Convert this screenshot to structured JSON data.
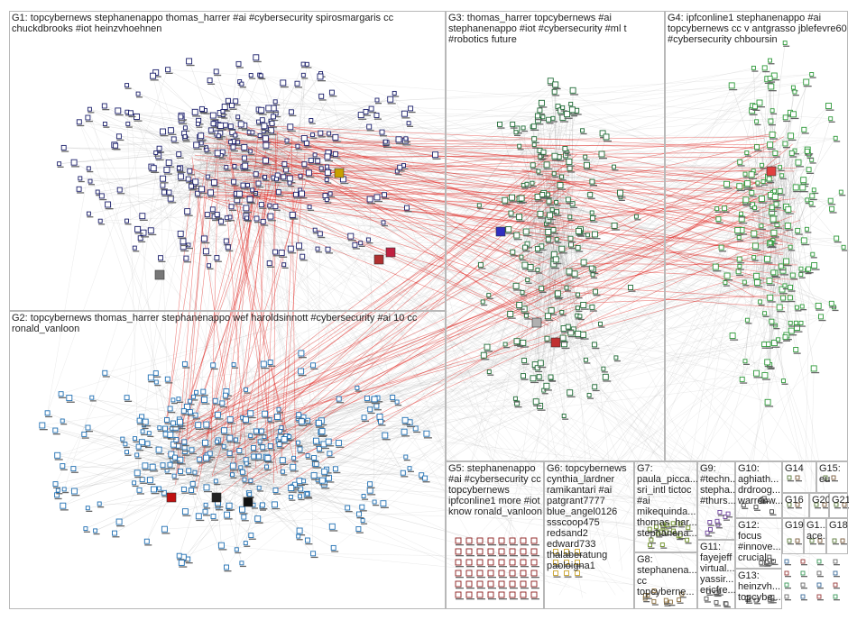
{
  "groups": [
    {
      "id": "G1",
      "label": "G1: topcybernews stephanenappo thomas_harrer #ai #cybersecurity spirosmargaris cc chuckdbrooks #iot heinzvhoehnen",
      "color": "#1b1f6b"
    },
    {
      "id": "G2",
      "label": "G2: topcybernews thomas_harrer stephanenappo wef haroldsinnott #cybersecurity #ai 10 cc ronald_vanloon",
      "color": "#1f6fb3"
    },
    {
      "id": "G3",
      "label": "G3: thomas_harrer topcybernews #ai stephanenappo #iot #cybersecurity #ml t #robotics future",
      "color": "#1e6b35"
    },
    {
      "id": "G4",
      "label": "G4: ipfconline1 stephanenappo #ai topcybernews cc v antgrasso jblefevre60 #cybersecurity chboursin",
      "color": "#2e9a3a"
    },
    {
      "id": "G5",
      "label": "G5: stephanenappo #ai #cybersecurity cc topcybernews ipfconline1 more #iot know ronald_vanloon",
      "color": "#8b1a1a"
    },
    {
      "id": "G6",
      "label": "G6: topcybernews cynthia_lardner ramikantari #ai patgrant7777 blue_angel0126 ssscoop475 redsand2 edward733 thalaberatung paoloigna1",
      "color": "#c9a227"
    },
    {
      "id": "G7",
      "label": "G7: paula_picca... sri_intl tictoc #ai mikequinda... thomas_har... stephanena...",
      "color": "#6b8e23"
    },
    {
      "id": "G8",
      "label": "G8: stephanena... cc topcyberne...",
      "color": "#8a6d3b"
    },
    {
      "id": "G9",
      "label": "G9: #techn... stepha... #thurs...",
      "color": "#6a3d9a"
    },
    {
      "id": "G10",
      "label": "G10: aghiath... drdroog... warrenw...",
      "color": "#444"
    },
    {
      "id": "G11",
      "label": "G11: fayejeff virtual... yassir... ericfre...",
      "color": "#555"
    },
    {
      "id": "G12",
      "label": "G12: focus #innove... crucial...",
      "color": "#555"
    },
    {
      "id": "G13",
      "label": "G13: heinzvh... topcybe...",
      "color": "#555"
    },
    {
      "id": "G14",
      "label": "G14",
      "color": "#555"
    },
    {
      "id": "G15",
      "label": "G15: eu",
      "color": "#555"
    },
    {
      "id": "G16",
      "label": "G16",
      "color": "#555"
    },
    {
      "id": "G20",
      "label": "G20",
      "color": "#555"
    },
    {
      "id": "G21",
      "label": "G21",
      "color": "#555"
    },
    {
      "id": "G19",
      "label": "G19",
      "color": "#555"
    },
    {
      "id": "G17",
      "label": "G1... ace...",
      "color": "#555"
    },
    {
      "id": "G18",
      "label": "G18",
      "color": "#555"
    }
  ],
  "edge_colors": {
    "gray": "#9a9a9a",
    "red": "#e0201c"
  }
}
